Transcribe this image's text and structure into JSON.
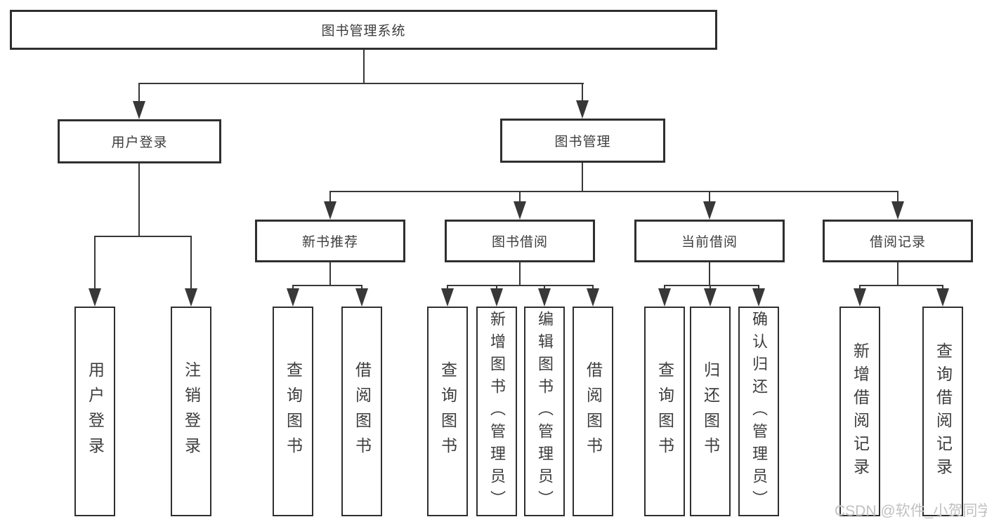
{
  "diagram": {
    "title": "图书管理系统",
    "level2": {
      "user_login": "用户登录",
      "book_mgmt": "图书管理"
    },
    "level3": {
      "new_book": "新书推荐",
      "book_borrow": "图书借阅",
      "current_borrow": "当前借阅",
      "borrow_records": "借阅记录"
    },
    "leaves": {
      "login": [
        "用户登录",
        "注销登录"
      ],
      "new_book": [
        "查询图书",
        "借阅图书"
      ],
      "book_borrow": [
        "查询图书",
        "新增图书（管理员）",
        "编辑图书（管理员）",
        "借阅图书"
      ],
      "current_borrow": [
        "查询图书",
        "归还图书",
        "确认归还（管理员）"
      ],
      "borrow_records": [
        "新增借阅记录",
        "查询借阅记录"
      ]
    }
  },
  "watermark": {
    "text": "CSDN @软件_小贺同学",
    "color": "#c1c1c1"
  },
  "colors": {
    "line": "#383838",
    "border": "#2f2f2f",
    "text": "#3d3d3d",
    "background": "#ffffff"
  }
}
